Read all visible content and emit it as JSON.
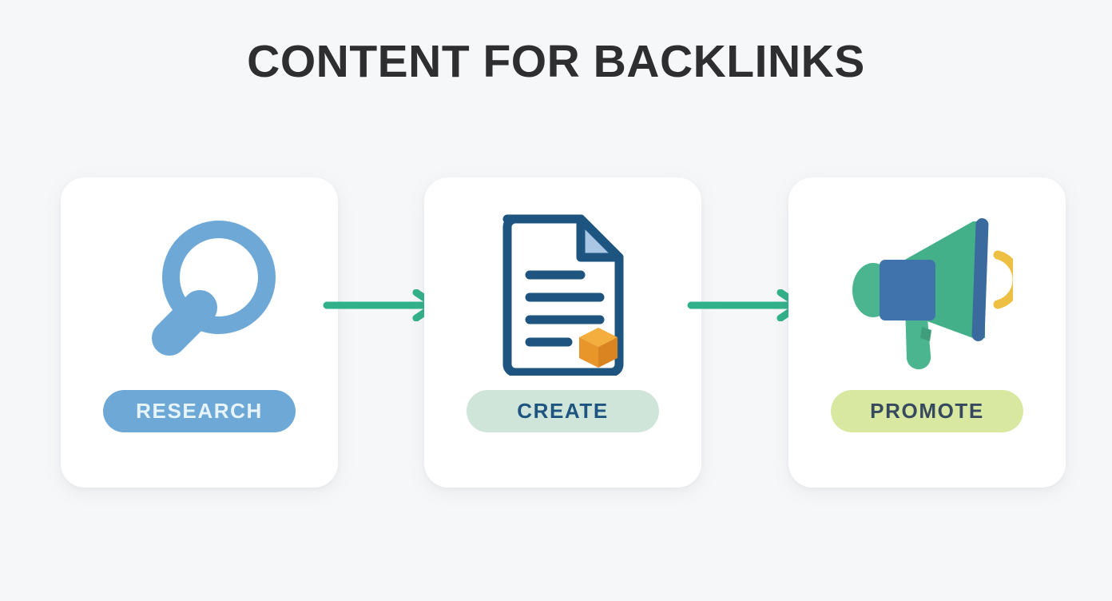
{
  "page": {
    "title": "CONTENT FOR BACKLINKS",
    "background_color": "#f6f7f8",
    "title_color": "#2e2e30"
  },
  "flow": {
    "steps": [
      {
        "id": "research",
        "label": "RESEARCH",
        "icon": "magnifying-glass-icon",
        "pill_bg": "#6da8d7",
        "pill_text_color": "#e8f4fc",
        "icon_color": "#6da8d7"
      },
      {
        "id": "create",
        "label": "CREATE",
        "icon": "document-with-cube-icon",
        "pill_bg": "#cfe5da",
        "pill_text_color": "#1d5480",
        "icon_color": "#1d5480"
      },
      {
        "id": "promote",
        "label": "PROMOTE",
        "icon": "megaphone-icon",
        "pill_bg": "#d8e8a0",
        "pill_text_color": "#36495e",
        "icon_color": "#44b089"
      }
    ],
    "connectors": [
      {
        "id": "arrow-1",
        "icon": "arrow-right-icon",
        "color": "#31b189"
      },
      {
        "id": "arrow-2",
        "icon": "arrow-right-icon",
        "color": "#31b189"
      }
    ]
  },
  "palette": {
    "accent_green": "#31b189",
    "accent_blue": "#6da8d7",
    "navy": "#1d5480",
    "orange": "#eea02f",
    "yellow": "#edc043",
    "card_bg": "#ffffff"
  }
}
